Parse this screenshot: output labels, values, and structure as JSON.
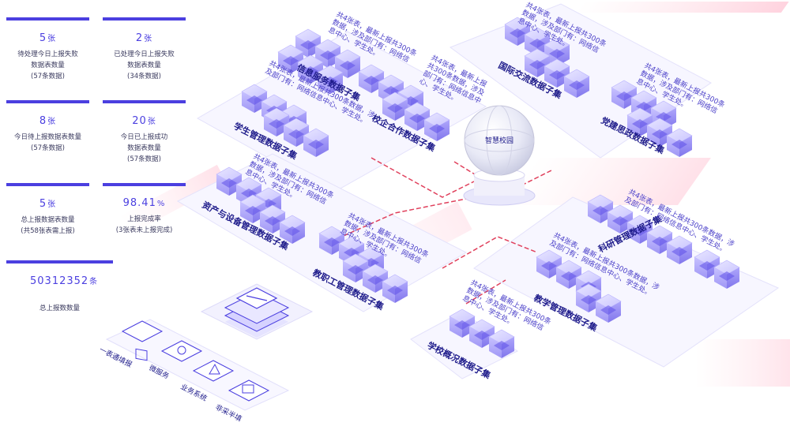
{
  "stats": [
    {
      "value": "5",
      "unit": "张",
      "label1": "待处理今日上报失败",
      "label2": "数据表数量",
      "label3": "(57条数据)"
    },
    {
      "value": "2",
      "unit": "张",
      "label1": "已处理今日上报失败",
      "label2": "数据表数量",
      "label3": "(34条数据)"
    },
    {
      "value": "8",
      "unit": "张",
      "label1": "今日待上报数据表数量",
      "label2": "(57条数据)",
      "label3": ""
    },
    {
      "value": "20",
      "unit": "张",
      "label1": "今日已上报成功",
      "label2": "数据表数量",
      "label3": "(57条数据)"
    },
    {
      "value": "5",
      "unit": "张",
      "label1": "总上报数据表数量",
      "label2": "(共58张表需上报)",
      "label3": ""
    },
    {
      "value": "98.41",
      "unit": "%",
      "label1": "上报完成率",
      "label2": "(3张表未上报完成)",
      "label3": ""
    },
    {
      "value": "50312352",
      "unit": "条",
      "label1": "总上报数数量",
      "label2": "",
      "label3": ""
    }
  ],
  "hub": {
    "label": "智慧校园"
  },
  "datasets": {
    "d1": {
      "title": "信息服务数据子集",
      "desc": [
        "共4张表，最新上报共300条",
        "数据，涉及部门有：网络信",
        "息中心、学生处。"
      ]
    },
    "d2": {
      "title": "校企合作数据子集",
      "desc": [
        "共4张表，最新上报",
        "共300条数据，涉及",
        "部门有：网络信息中",
        "心、学生处。"
      ]
    },
    "d3": {
      "title": "国际交流数据子集",
      "desc": [
        "共4张表，最新上报共300条",
        "数据，涉及部门有：网络信",
        "息中心、学生处。"
      ]
    },
    "d4": {
      "title": "学生管理数据子集",
      "desc": [
        "共4张表，最新上报共300条数据，涉",
        "及部门有：网络信息中心、学生处。"
      ]
    },
    "d5": {
      "title": "党建思政数据子集",
      "desc": [
        "共4张表，最新上报共300条",
        "数据，涉及部门有：网络信",
        "息中心、学生处。"
      ]
    },
    "d6": {
      "title": "资产与设备管理数据子集",
      "desc": [
        "共4张表，最新上报共300条",
        "数据，涉及部门有：网络信",
        "息中心、学生处。"
      ]
    },
    "d7": {
      "title": "教职工管理数据子集",
      "desc": [
        "共4张表，最新上报共300条",
        "数据，涉及部门有：网络信",
        "息中心、学生处。"
      ]
    },
    "d8": {
      "title": "科研管理数据子集",
      "desc": [
        "共4张表，最新上报共300条数据，涉",
        "及部门有：网络信息中心、学生处。"
      ]
    },
    "d9": {
      "title": "教学管理数据子集",
      "desc": [
        "共4张表，最新上报共300条数据，涉",
        "及部门有：网络信息中心、学生处。"
      ]
    },
    "d10": {
      "title": "学校概况数据子集",
      "desc": [
        "共4张表，最新上报共300条",
        "数据，涉及部门有：网络信",
        "息中心、学生处。"
      ]
    }
  },
  "sources": {
    "s1": {
      "label": "一表通填报"
    },
    "s2": {
      "label": "微服务"
    },
    "s3": {
      "label": "业务系统"
    },
    "s4": {
      "label": "非采半填"
    }
  },
  "colors": {
    "accent": "#4b3fe0",
    "line": "#e0405c",
    "platform": "#f6f5ff"
  }
}
